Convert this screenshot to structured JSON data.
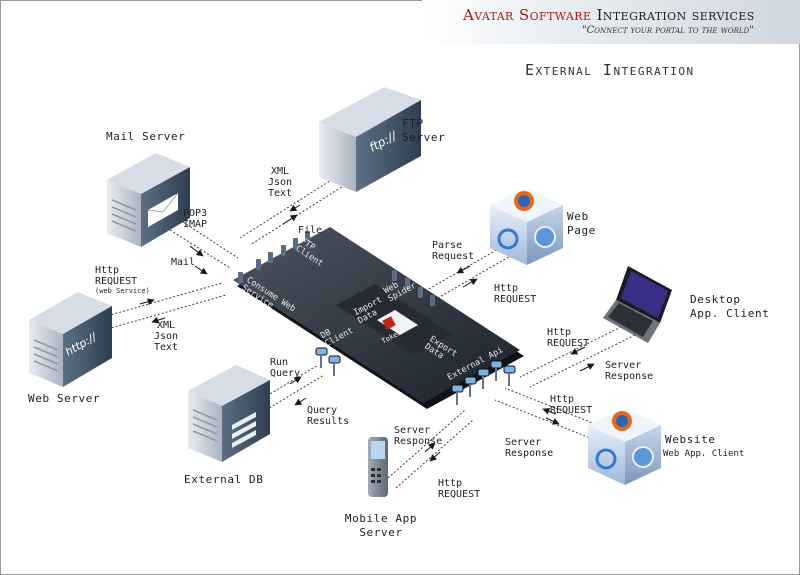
{
  "header": {
    "brand_highlight": "Avatar Software",
    "brand_rest": "Integration services",
    "tagline": "\"Connect your portal to the world\""
  },
  "title": "External Integration",
  "nodes": {
    "mail": "Mail Server",
    "ftp": [
      "FTP",
      "Server"
    ],
    "web_page": [
      "Web",
      "Page"
    ],
    "desktop": [
      "Desktop",
      "App. Client"
    ],
    "web_server": "Web Server",
    "external_db": "External DB",
    "mobile": [
      "Mobile App",
      "Server"
    ],
    "website": "Website",
    "website_sub": "Web App. Client",
    "ftp_icon": "ftp://",
    "http_icon": "http://"
  },
  "connectors": {
    "xml1": [
      "XML",
      "Json",
      "Text"
    ],
    "file": "File",
    "pop3": [
      "POP3",
      "IMAP"
    ],
    "mail": "Mail",
    "http_ws": [
      "Http",
      "REQUEST"
    ],
    "http_ws_sub": "(web Service)",
    "xml2": [
      "XML",
      "Json",
      "Text"
    ],
    "parse": [
      "Parse",
      "Request"
    ],
    "http1": [
      "Http",
      "REQUEST"
    ],
    "http_desk": [
      "Http",
      "REQUEST"
    ],
    "server_resp1": [
      "Server",
      "Response"
    ],
    "http2": [
      "Http",
      "REQUEST"
    ],
    "run_query": [
      "Run",
      "Query"
    ],
    "query_results": [
      "Query",
      "Results"
    ],
    "server_resp2": [
      "Server",
      "Response"
    ],
    "server_resp3": [
      "Server",
      "Response"
    ],
    "http3": [
      "Http",
      "REQUEST"
    ]
  },
  "chip": {
    "ftp_client": [
      "FTP",
      "Client"
    ],
    "web_spider": [
      "Web",
      "Spider"
    ],
    "consume": [
      "Consume Web",
      "Service"
    ],
    "import": [
      "Import",
      "Data"
    ],
    "export": [
      "Export",
      "Data"
    ],
    "db_client": [
      "DB",
      "Client"
    ],
    "external_api": "External Api",
    "logo": "Tokens"
  }
}
